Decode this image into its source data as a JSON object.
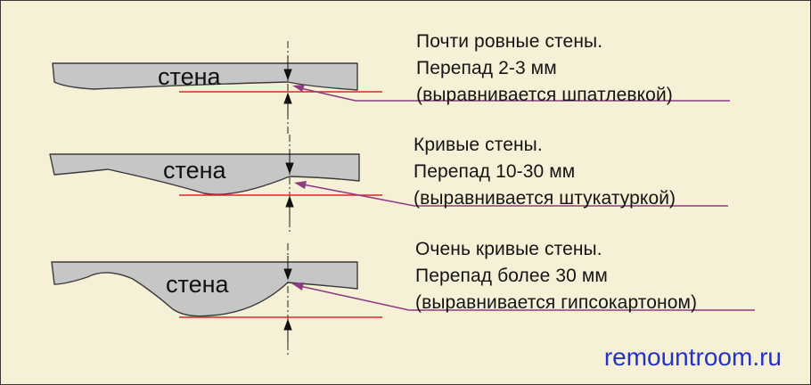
{
  "colors": {
    "background": "#f6f1d6",
    "wall_fill": "#c6c6c6",
    "wall_outline": "#3a3a3a",
    "reference_line": "#e02626",
    "leader_line": "#8e3c82",
    "watermark": "#2432c8"
  },
  "rows": [
    {
      "wall_label": "стена",
      "title": "Почти ровные стены.",
      "difference": "Перепад 2-3 мм",
      "method": "(выравнивается шпатлевкой)"
    },
    {
      "wall_label": "стена",
      "title": "Кривые стены.",
      "difference": "Перепад 10-30 мм",
      "method": "(выравнивается штукатуркой)"
    },
    {
      "wall_label": "стена",
      "title": "Очень кривые стены.",
      "difference": "Перепад более 30 мм",
      "method": "(выравнивается гипсокартоном)"
    }
  ],
  "watermark": "remountroom.ru"
}
